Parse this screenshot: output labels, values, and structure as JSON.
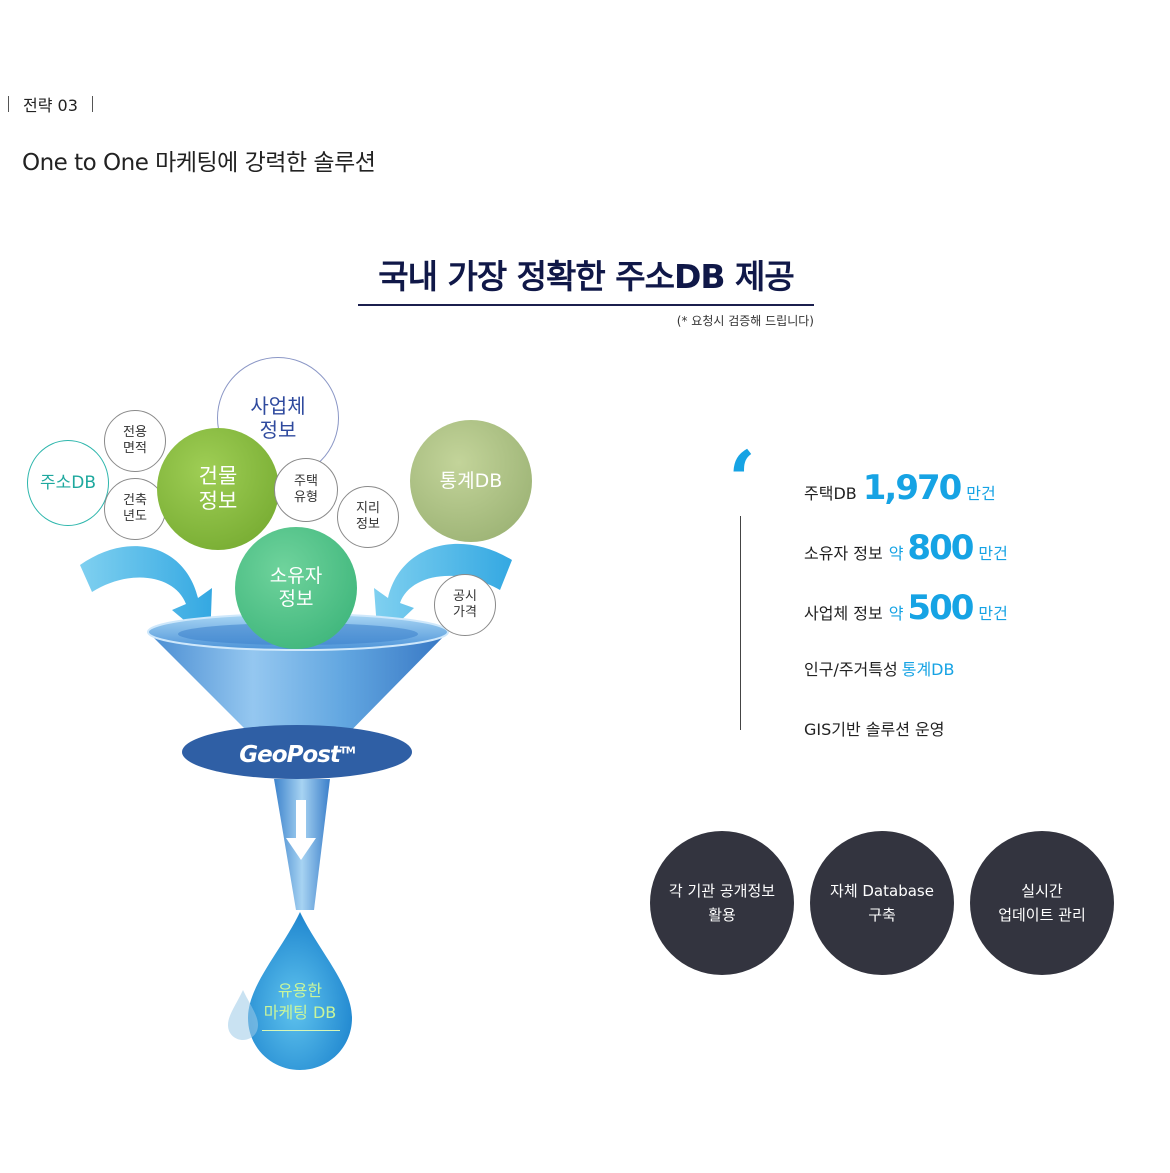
{
  "header": {
    "strategy_label": "전략 03",
    "subtitle": "One to One 마케팅에 강력한 솔루션"
  },
  "main": {
    "title": "국내 가장 정확한 주소DB 제공",
    "note": "(* 요청시 검증해 드립니다)"
  },
  "funnel": {
    "bubbles": {
      "address": "주소DB",
      "area": "전용\n면적",
      "build_year": "건축\n년도",
      "building": "건물\n정보",
      "business": "사업체\n정보",
      "housing_type": "주택\n유형",
      "geo": "지리\n정보",
      "stat": "통계DB",
      "owner": "소유자\n정보",
      "price": "공시\n가격"
    },
    "brand": "GeoPost",
    "brand_tm": "TM",
    "output": "유용한\n마케팅 DB"
  },
  "stats": [
    {
      "label": "주택DB",
      "prefix": "",
      "number": "1,970",
      "unit": "만건"
    },
    {
      "label": "소유자 정보",
      "prefix": "약",
      "number": "800",
      "unit": "만건"
    },
    {
      "label": "사업체 정보",
      "prefix": "약",
      "number": "500",
      "unit": "만건"
    }
  ],
  "extra": {
    "population_label": "인구/주거특성",
    "population_highlight": "통계DB",
    "gis": "GIS기반 솔루션 운영"
  },
  "features": [
    "각 기관 공개정보\n활용",
    "자체 Database\n구축",
    "실시간\n업데이트 관리"
  ],
  "colors": {
    "accent_blue": "#16a3e4",
    "title_navy": "#101848",
    "teal": "#1ea89e",
    "dark_circle": "#33343f"
  }
}
